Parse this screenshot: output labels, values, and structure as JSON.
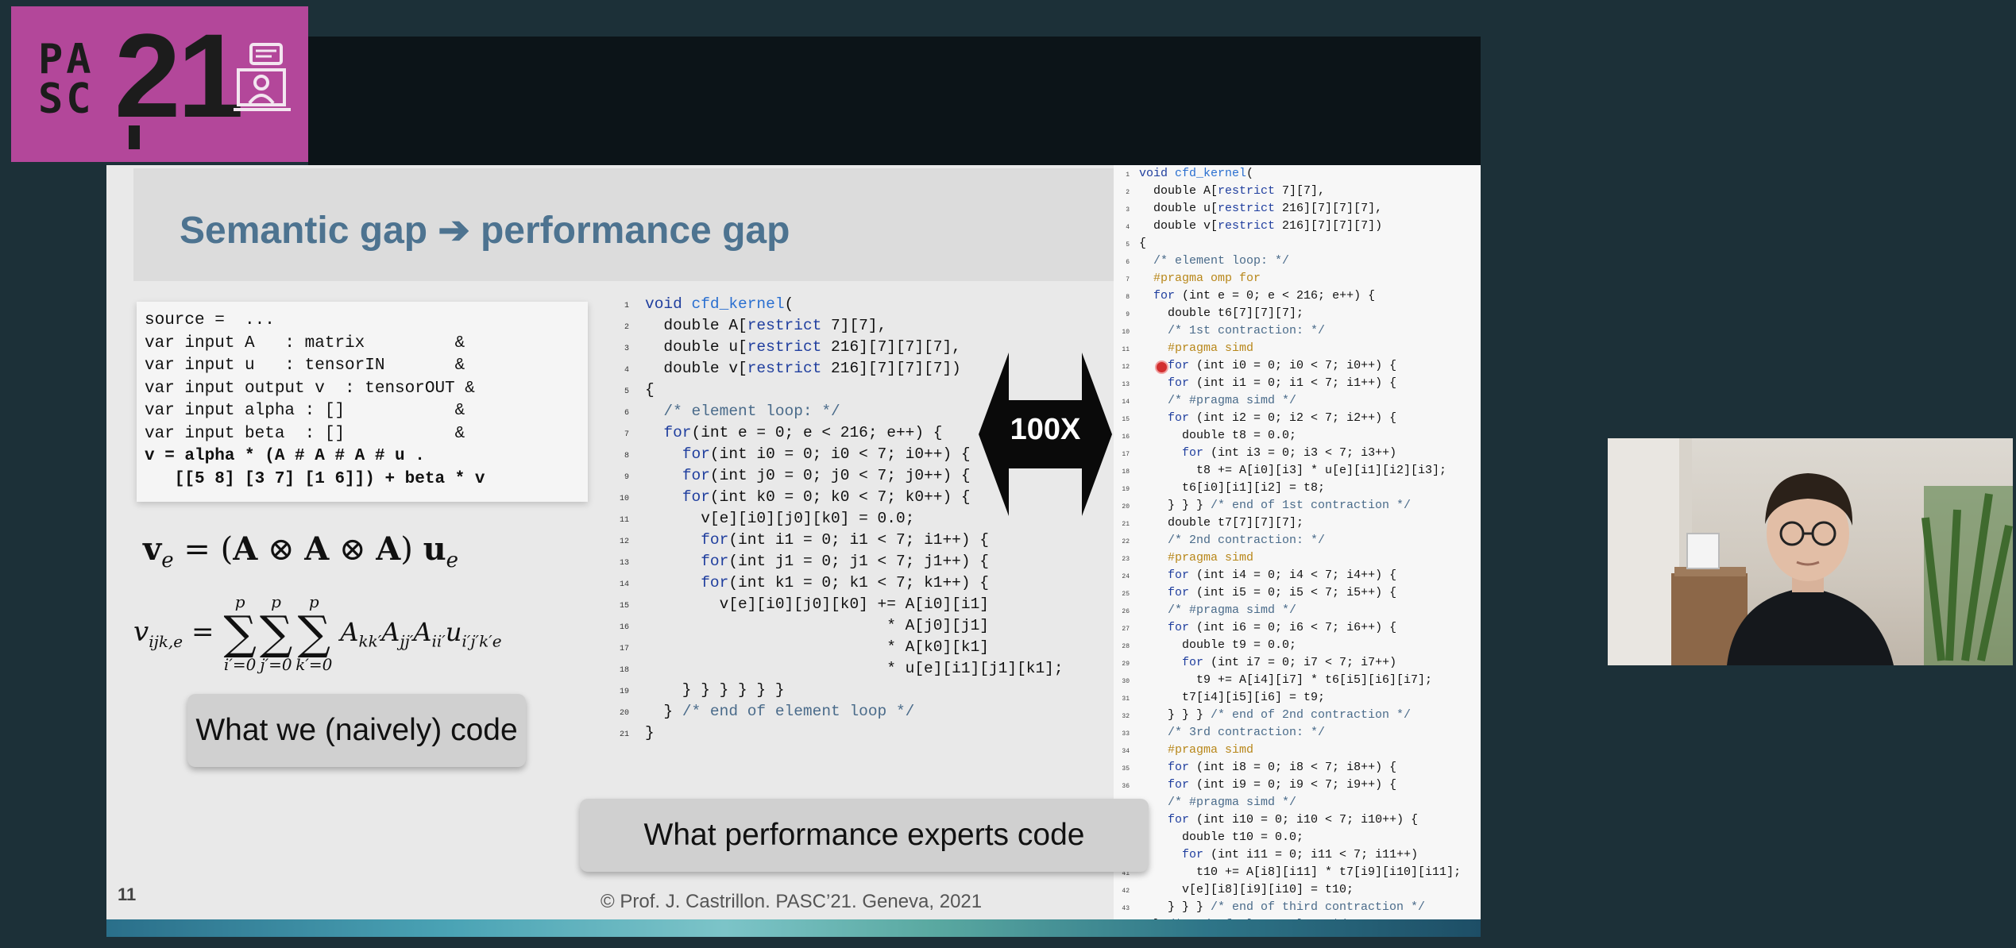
{
  "conference": {
    "logo_text": "PASC",
    "logo_year": "21",
    "logo_color": "#b3479a"
  },
  "slide": {
    "title": "Semantic gap ➔ performance gap",
    "spec_lines": [
      "source =  ...",
      "var input A   : matrix         &",
      "var input u   : tensorIN       &",
      "var input output v  : tensorOUT &",
      "var input alpha : []           &",
      "var input beta  : []           &",
      "v = alpha * (A # A # A # u .",
      "   [[5 8] [3 7] [1 6]]) + beta * v"
    ],
    "naive_label": "What we (naively) code",
    "expert_label": "What performance experts code",
    "speedup_label": "100X",
    "page_number": "11",
    "footer": "© Prof. J. Castrillon. PASC’21. Geneva, 2021",
    "naive_code": [
      "void cfd_kernel(",
      "  double A[restrict 7][7],",
      "  double u[restrict 216][7][7][7],",
      "  double v[restrict 216][7][7][7])",
      "{",
      "  /* element loop: */",
      "  for(int e = 0; e < 216; e++) {",
      "    for(int i0 = 0; i0 < 7; i0++) {",
      "    for(int j0 = 0; j0 < 7; j0++) {",
      "    for(int k0 = 0; k0 < 7; k0++) {",
      "      v[e][i0][j0][k0] = 0.0;",
      "      for(int i1 = 0; i1 < 7; i1++) {",
      "      for(int j1 = 0; j1 < 7; j1++) {",
      "      for(int k1 = 0; k1 < 7; k1++) {",
      "        v[e][i0][j0][k0] += A[i0][i1]",
      "                          * A[j0][j1]",
      "                          * A[k0][k1]",
      "                          * u[e][i1][j1][k1];",
      "    } } } } } }",
      "  } /* end of element loop */",
      "}"
    ],
    "expert_code": [
      "void cfd_kernel(",
      "  double A[restrict 7][7],",
      "  double u[restrict 216][7][7][7],",
      "  double v[restrict 216][7][7][7])",
      "{",
      "  /* element loop: */",
      "  #pragma omp for",
      "  for (int e = 0; e < 216; e++) {",
      "    double t6[7][7][7];",
      "    /* 1st contraction: */",
      "    #pragma simd",
      "    for (int i0 = 0; i0 < 7; i0++) {",
      "    for (int i1 = 0; i1 < 7; i1++) {",
      "    /* #pragma simd */",
      "    for (int i2 = 0; i2 < 7; i2++) {",
      "      double t8 = 0.0;",
      "      for (int i3 = 0; i3 < 7; i3++)",
      "        t8 += A[i0][i3] * u[e][i1][i2][i3];",
      "      t6[i0][i1][i2] = t8;",
      "    } } } /* end of 1st contraction */",
      "    double t7[7][7][7];",
      "    /* 2nd contraction: */",
      "    #pragma simd",
      "    for (int i4 = 0; i4 < 7; i4++) {",
      "    for (int i5 = 0; i5 < 7; i5++) {",
      "    /* #pragma simd */",
      "    for (int i6 = 0; i6 < 7; i6++) {",
      "      double t9 = 0.0;",
      "      for (int i7 = 0; i7 < 7; i7++)",
      "        t9 += A[i4][i7] * t6[i5][i6][i7];",
      "      t7[i4][i5][i6] = t9;",
      "    } } } /* end of 2nd contraction */",
      "    /* 3rd contraction: */",
      "    #pragma simd",
      "    for (int i8 = 0; i8 < 7; i8++) {",
      "    for (int i9 = 0; i9 < 7; i9++) {",
      "    /* #pragma simd */",
      "    for (int i10 = 0; i10 < 7; i10++) {",
      "      double t10 = 0.0;",
      "      for (int i11 = 0; i11 < 7; i11++)",
      "        t10 += A[i8][i11] * t7[i9][i10][i11];",
      "      v[e][i8][i9][i10] = t10;",
      "    } } } /* end of third contraction */",
      "  } /* end of element loop */"
    ]
  }
}
